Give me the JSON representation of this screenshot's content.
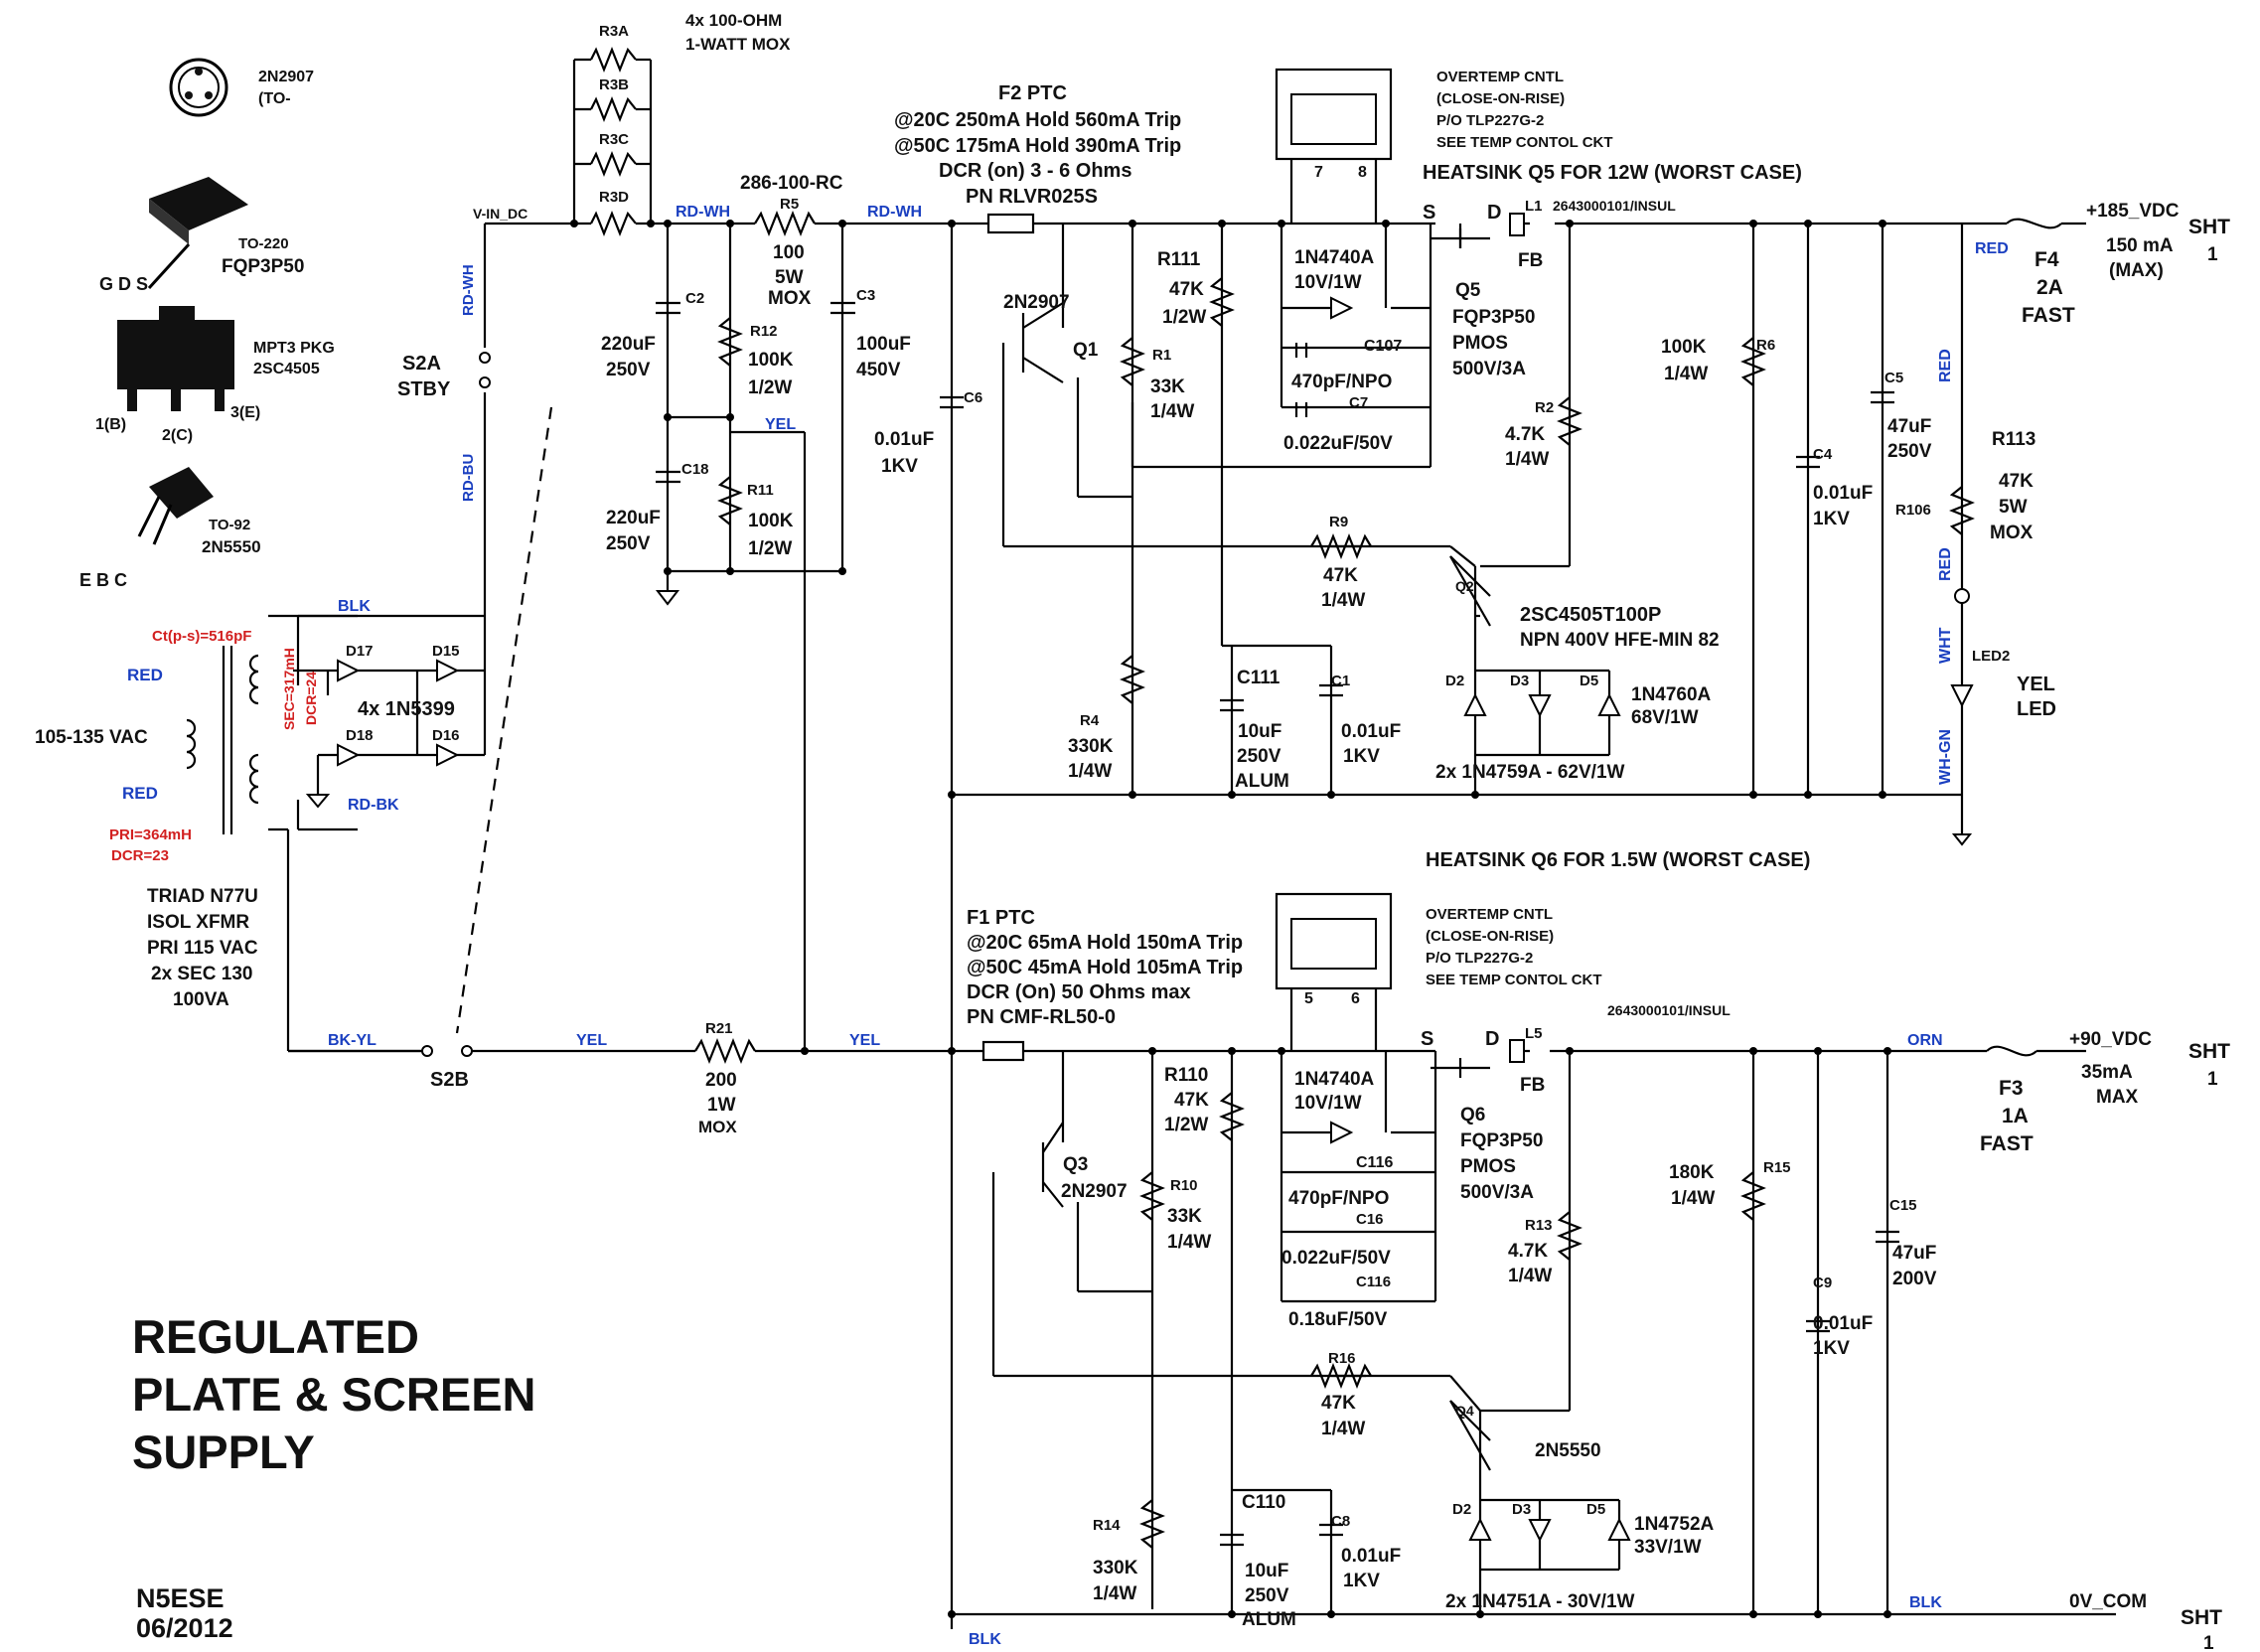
{
  "title": {
    "line1": "REGULATED",
    "line2": "PLATE & SCREEN",
    "line3": "SUPPLY"
  },
  "author": {
    "call": "N5ESE",
    "date": "06/2012"
  },
  "packages": {
    "pkg_2n2907": "2N2907",
    "pkg_2n2907_sub": "(TO-",
    "to220": "TO-220",
    "to220_part": "FQP3P50",
    "gds": "G D S",
    "mpt3": "MPT3 PKG",
    "mpt3_part": "2SC4505",
    "pin_b": "1(B)",
    "pin_c": "2(C)",
    "pin_e": "3(E)",
    "to92": "TO-92",
    "to92_part": "2N5550",
    "ebc": "E B C"
  },
  "input": {
    "red_top": "RED",
    "red_bot": "RED",
    "vac": "105-135 VAC",
    "ct_cap": "Ct(p-s)=516pF",
    "sec_l": "SEC=317mH",
    "sec_dcr": "DCR=24",
    "pri_l": "PRI=364mH",
    "pri_dcr": "DCR=23",
    "xfmr_1": "TRIAD N77U",
    "xfmr_2": "ISOL XFMR",
    "xfmr_3": "PRI 115 VAC",
    "xfmr_4": "2x SEC 130",
    "xfmr_5": "100VA",
    "blk": "BLK",
    "rdbk": "RD-BK",
    "bkyl": "BK-YL",
    "d17": "D17",
    "d15": "D15",
    "d18": "D18",
    "d16": "D16",
    "diodes": "4x 1N5399",
    "s2a": "S2A",
    "stby": "STBY",
    "s2b": "S2B",
    "rdwh_v": "RD-WH",
    "rdbu_v": "RD-BU",
    "vin": "V-IN_DC"
  },
  "top": {
    "r3a": "R3A",
    "r3b": "R3B",
    "r3c": "R3C",
    "r3d": "R3D",
    "r3_note1": "4x 100-OHM",
    "r3_note2": "1-WATT MOX",
    "rdwh1": "RD-WH",
    "rdwh2": "RD-WH",
    "r5_part": "286-100-RC",
    "r5": "R5",
    "r5_v": "100",
    "r5_w": "5W",
    "r5_t": "MOX",
    "c2": "C2",
    "c2_v": "220uF",
    "c2_w": "250V",
    "c18": "C18",
    "c18_v": "220uF",
    "c18_w": "250V",
    "r12": "R12",
    "r12_v": "100K",
    "r12_w": "1/2W",
    "r11": "R11",
    "r11_v": "100K",
    "r11_w": "1/2W",
    "yel": "YEL",
    "c3": "C3",
    "c3_v": "100uF",
    "c3_w": "450V",
    "c6": "C6",
    "c6_v": "0.01uF",
    "c6_w": "1KV",
    "f2_1": "F2 PTC",
    "f2_2": "@20C 250mA Hold 560mA Trip",
    "f2_3": "@50C 175mA Hold 390mA Trip",
    "f2_4": "DCR (on) 3 - 6 Ohms",
    "f2_5": "PN RLVR025S",
    "q1_part": "2N2907",
    "q1": "Q1",
    "r111": "R111",
    "r111_v": "47K",
    "r111_w": "1/2W",
    "r1": "R1",
    "r1_v": "33K",
    "r1_w": "1/4W",
    "zener": "1N4740A",
    "zener_v": "10V/1W",
    "c107": "C107",
    "c107_v": "470pF/NPO",
    "c7": "C7",
    "c7_v": "0.022uF/50V",
    "ot_1": "OVERTEMP CNTL",
    "ot_2": "(CLOSE-ON-RISE)",
    "ot_3": "P/O TLP227G-2",
    "ot_4": "SEE TEMP CONTOL CKT",
    "pin7": "7",
    "pin8": "8",
    "heatsink": "HEATSINK Q5 FOR 12W (WORST CASE)",
    "s": "S",
    "d": "D",
    "l1": "L1",
    "l1_part": "2643000101/INSUL",
    "fb": "FB",
    "q5": "Q5",
    "q5_part": "FQP3P50",
    "q5_t": "PMOS",
    "q5_r": "500V/3A",
    "r2": "R2",
    "r2_v": "4.7K",
    "r2_w": "1/4W",
    "r9": "R9",
    "r9_v": "47K",
    "r9_w": "1/4W",
    "q2": "Q2",
    "q2_part": "2SC4505T100P",
    "q2_desc": "NPN 400V HFE-MIN 82",
    "r4": "R4",
    "r4_v": "330K",
    "r4_w": "1/4W",
    "c111": "C111",
    "c111_v": "10uF",
    "c111_w": "250V",
    "c111_t": "ALUM",
    "c1": "C1",
    "c1_v": "0.01uF",
    "c1_w": "1KV",
    "d2": "D2",
    "d3": "D3",
    "d5": "D5",
    "d5_part": "1N4760A",
    "d5_v": "68V/1W",
    "zeners": "2x 1N4759A - 62V/1W",
    "r6": "R6",
    "r6_v": "100K",
    "r6_w": "1/4W",
    "c4": "C4",
    "c4_v": "0.01uF",
    "c4_w": "1KV",
    "c5": "C5",
    "c5_v": "47uF",
    "c5_w": "250V",
    "red1": "RED",
    "red2": "RED",
    "red3": "RED",
    "r113": "R113",
    "r106": "R106",
    "r113_v": "47K",
    "r113_w": "5W",
    "r113_t": "MOX",
    "wht": "WHT",
    "whgn": "WH-GN",
    "led2": "LED2",
    "led_1": "YEL",
    "led_2": "LED",
    "out_v": "+185_VDC",
    "out_i1": "150 mA",
    "out_i2": "(MAX)",
    "sht": "SHT",
    "sht_n": "1",
    "f4": "F4",
    "f4_v": "2A",
    "f4_t": "FAST"
  },
  "bottom": {
    "heatsink": "HEATSINK Q6 FOR 1.5W (WORST CASE)",
    "ot_1": "OVERTEMP CNTL",
    "ot_2": "(CLOSE-ON-RISE)",
    "ot_3": "P/O TLP227G-2",
    "ot_4": "SEE TEMP CONTOL CKT",
    "pin5": "5",
    "pin6": "6",
    "f1_1": "F1 PTC",
    "f1_2": "@20C 65mA Hold 150mA Trip",
    "f1_3": "@50C 45mA Hold 105mA Trip",
    "f1_4": "DCR (On) 50 Ohms max",
    "f1_5": "PN CMF-RL50-0",
    "yel1": "YEL",
    "yel2": "YEL",
    "r21": "R21",
    "r21_v": "200",
    "r21_w": "1W",
    "r21_t": "MOX",
    "s": "S",
    "d": "D",
    "l5": "L5",
    "l5_part": "2643000101/INSUL",
    "fb": "FB",
    "r110": "R110",
    "r110_v": "47K",
    "r110_w": "1/2W",
    "zener": "1N4740A",
    "zener_v": "10V/1W",
    "q6": "Q6",
    "q6_part": "FQP3P50",
    "q6_t": "PMOS",
    "q6_r": "500V/3A",
    "q3": "Q3",
    "q3_part": "2N2907",
    "r10": "R10",
    "r10_v": "33K",
    "r10_w": "1/4W",
    "c116a": "C116",
    "c116a_v": "470pF/NPO",
    "c16": "C16",
    "c16_v": "0.022uF/50V",
    "c116b": "C116",
    "c116b_v": "0.18uF/50V",
    "r13": "R13",
    "r13_v": "4.7K",
    "r13_w": "1/4W",
    "r16": "R16",
    "r16_v": "47K",
    "r16_w": "1/4W",
    "q4": "Q4",
    "q4_part": "2N5550",
    "r14": "R14",
    "r14_v": "330K",
    "r14_w": "1/4W",
    "c110": "C110",
    "c110_v": "10uF",
    "c110_w": "250V",
    "c110_t": "ALUM",
    "c8": "C8",
    "c8_v": "0.01uF",
    "c8_w": "1KV",
    "d2": "D2",
    "d3": "D3",
    "d5": "D5",
    "d5_part": "1N4752A",
    "d5_v": "33V/1W",
    "zeners": "2x 1N4751A - 30V/1W",
    "r15": "R15",
    "r15_v": "180K",
    "r15_w": "1/4W",
    "c9": "C9",
    "c9_v": "0.01uF",
    "c9_w": "1KV",
    "c15": "C15",
    "c15_v": "47uF",
    "c15_w": "200V",
    "orn": "ORN",
    "out_v": "+90_VDC",
    "out_i1": "35mA",
    "out_i2": "MAX",
    "sht": "SHT",
    "sht_n": "1",
    "f3": "F3",
    "f3_v": "1A",
    "f3_t": "FAST",
    "blk1": "BLK",
    "blk2": "BLK",
    "com": "0V_COM",
    "sht2": "SHT",
    "sht2_n": "1"
  }
}
